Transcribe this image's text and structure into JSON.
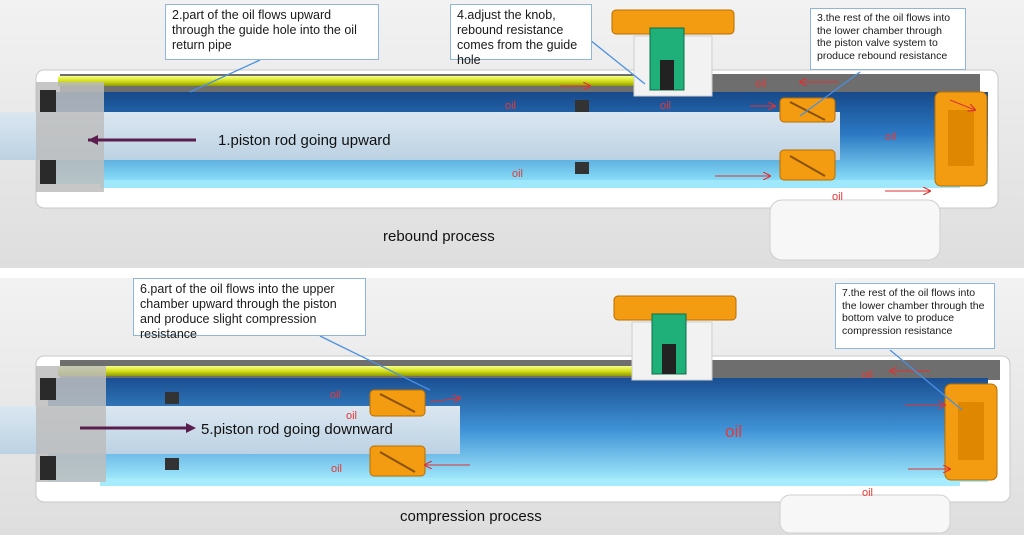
{
  "top": {
    "process_label": "rebound process",
    "callouts": [
      "2.part of the oil flows upward through the guide hole into the oil return pipe",
      "4.adjust the knob, rebound resistance comes from the guide hole",
      "3.the rest of the oil flows into the lower chamber through the piston valve system to produce rebound resistance"
    ],
    "rod_label": "1.piston rod going upward",
    "oil_labels": [
      "oil",
      "oil",
      "oil",
      "oil",
      "oil",
      "oil"
    ]
  },
  "bottom": {
    "process_label": "compression process",
    "callouts": [
      "6.part of the oil flows into the upper chamber upward through the piston and produce slight compression resistance",
      "7.the rest of the oil flows into the lower chamber through the bottom valve to produce compression resistance"
    ],
    "rod_label": "5.piston rod going downward",
    "oil_labels": [
      "oil",
      "oil",
      "oil",
      "oil",
      "oil",
      "oil"
    ]
  },
  "colors": {
    "oil_dark": "#1e5a95",
    "oil_light": "#7fd8f5",
    "rod": "#c9dcea",
    "valve": "#f39c12",
    "knob_green": "#1fb07a",
    "oil_text": "#e53935",
    "rod_arrow": "#5a1e4e"
  }
}
